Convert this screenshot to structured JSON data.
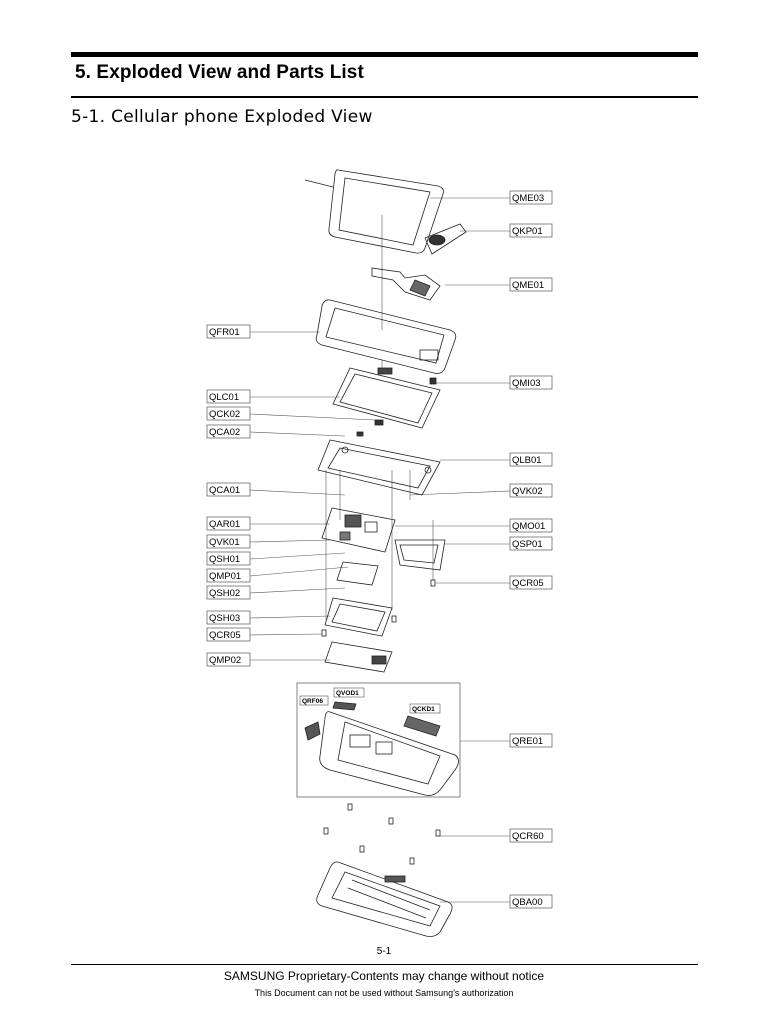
{
  "header": {
    "section_title": "5. Exploded View and Parts List",
    "subsection_title": "5-1. Cellular phone Exploded View"
  },
  "diagram": {
    "callouts": {
      "QME03": "QME03",
      "QKP01": "QKP01",
      "QME01": "QME01",
      "QFR01": "QFR01",
      "QMI03": "QMI03",
      "QLC01": "QLC01",
      "QCK02": "QCK02",
      "QCA02": "QCA02",
      "QLB01": "QLB01",
      "QCA01": "QCA01",
      "QVK02": "QVK02",
      "QAR01": "QAR01",
      "QMO01": "QMO01",
      "QVK01": "QVK01",
      "QSP01": "QSP01",
      "QSH01": "QSH01",
      "QMP01": "QMP01",
      "QCR05A": "QCR05",
      "QSH02": "QSH02",
      "QSH03": "QSH03",
      "QCR05B": "QCR05",
      "QMP02": "QMP02",
      "QRF06": "QRF06",
      "QVOD1": "QVOD1",
      "QCKD1": "QCKD1",
      "QRE01": "QRE01",
      "QCR60": "QCR60",
      "QBA00": "QBA00"
    }
  },
  "footer": {
    "page_number": "5-1",
    "notice": "SAMSUNG Proprietary-Contents may change without notice",
    "authorization": "This Document can not be used without Samsung's authorization"
  }
}
